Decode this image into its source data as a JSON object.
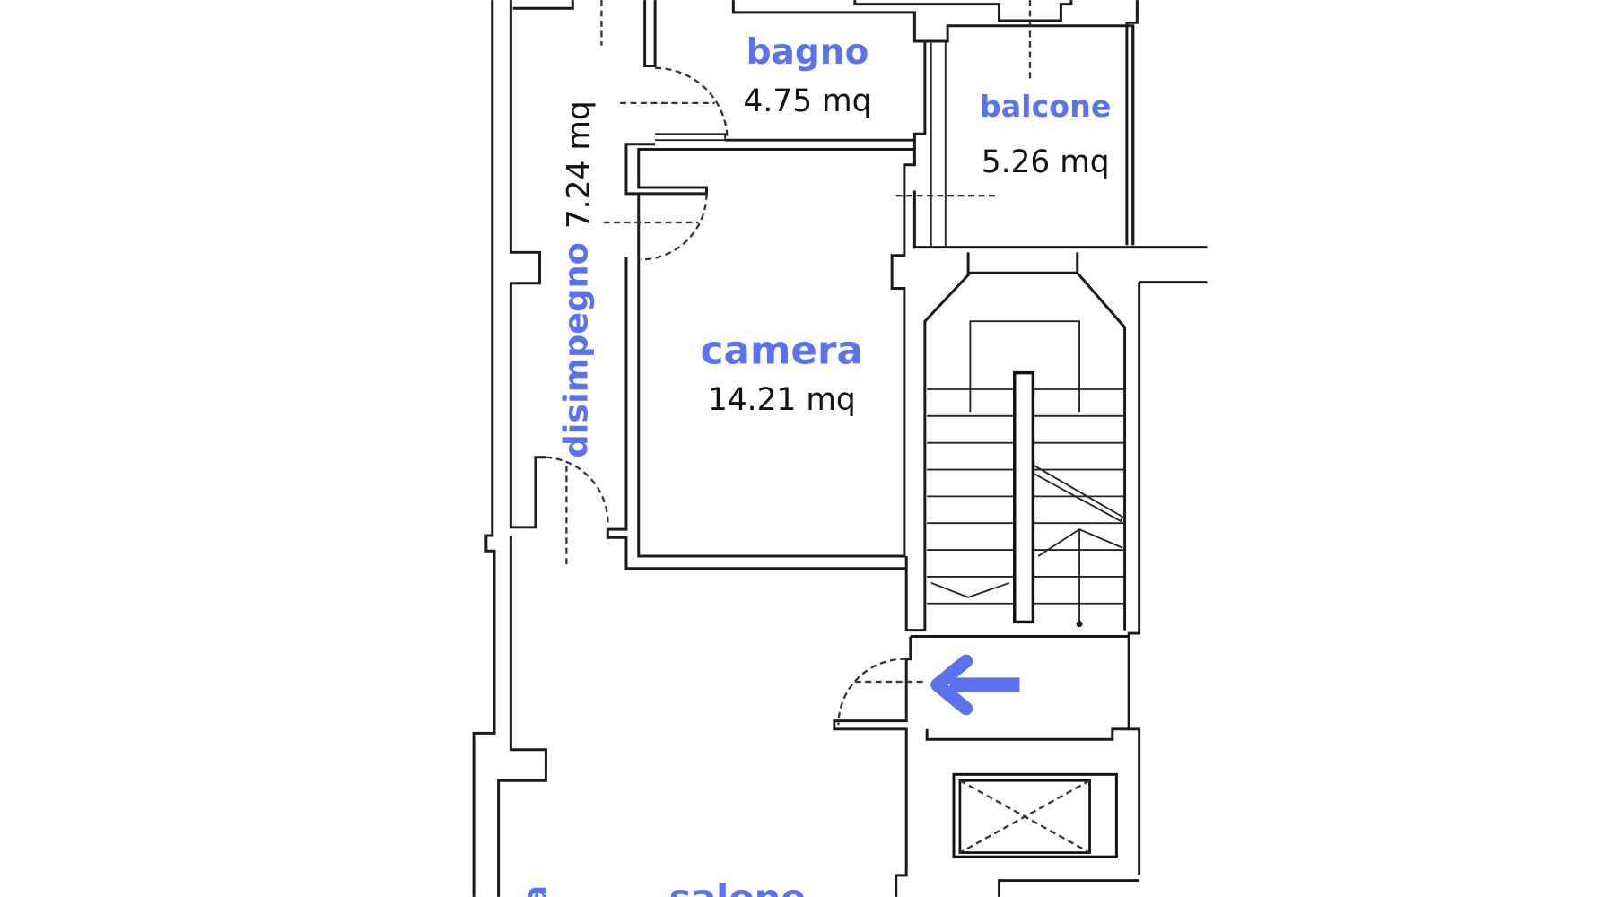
{
  "colors": {
    "label": "#5a72ee",
    "wall": "#1a1a1a",
    "arrow": "#5a72ee"
  },
  "rooms": {
    "bagno": {
      "name": "bagno",
      "area": "4.75 mq"
    },
    "balcone": {
      "name": "balcone",
      "area": "5.26 mq"
    },
    "camera": {
      "name": "camera",
      "area": "14.21 mq"
    },
    "disimpegno": {
      "name": "disimpegno",
      "area": "7.24 mq"
    },
    "salone": {
      "name": "salone"
    },
    "cut_label": {
      "name": "a"
    }
  },
  "icons": {
    "entrance_arrow": "arrow-left-icon",
    "elevator": "elevator-shaft-icon",
    "stairs": "staircase-icon"
  }
}
